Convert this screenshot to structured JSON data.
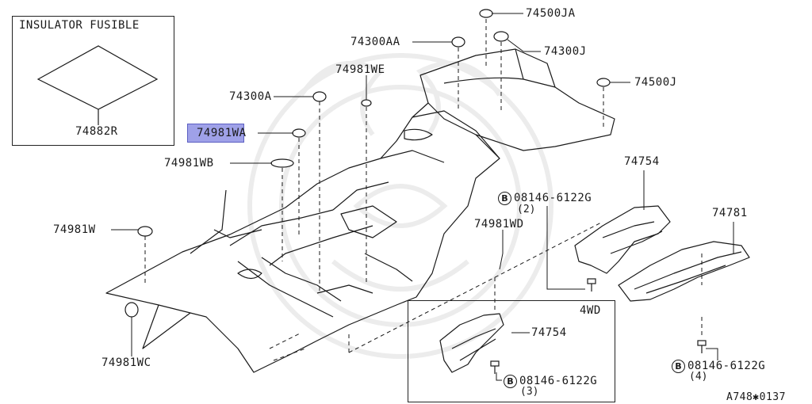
{
  "inset_box": {
    "title": "INSULATOR FUSIBLE",
    "part": "74882R"
  },
  "wd_box": {
    "title": "4WD"
  },
  "parts": {
    "p74500JA": "74500JA",
    "p74300AA": "74300AA",
    "p74300J": "74300J",
    "p74981WE": "74981WE",
    "p74500J": "74500J",
    "p74300A": "74300A",
    "p74981WA_hl": "74981",
    "p74981WA_rest": "WA",
    "p74981WB": "74981WB",
    "p74754_top": "74754",
    "p74781": "74781",
    "p74981W": "74981W",
    "p74981WD": "74981WD",
    "p74981WC": "74981WC",
    "p74754_4wd": "74754"
  },
  "bolts": {
    "b_top": {
      "symbol": "B",
      "part": "08146-6122G",
      "qty": "(2)"
    },
    "b_4wd": {
      "symbol": "B",
      "part": "08146-6122G",
      "qty": "(3)"
    },
    "b_right": {
      "symbol": "B",
      "part": "08146-6122G",
      "qty": "(4)"
    }
  },
  "footer_code": "A748✱0137",
  "colors": {
    "highlight": "#9fa1e8",
    "line": "#1a1a1a",
    "watermark": "#ececec"
  }
}
